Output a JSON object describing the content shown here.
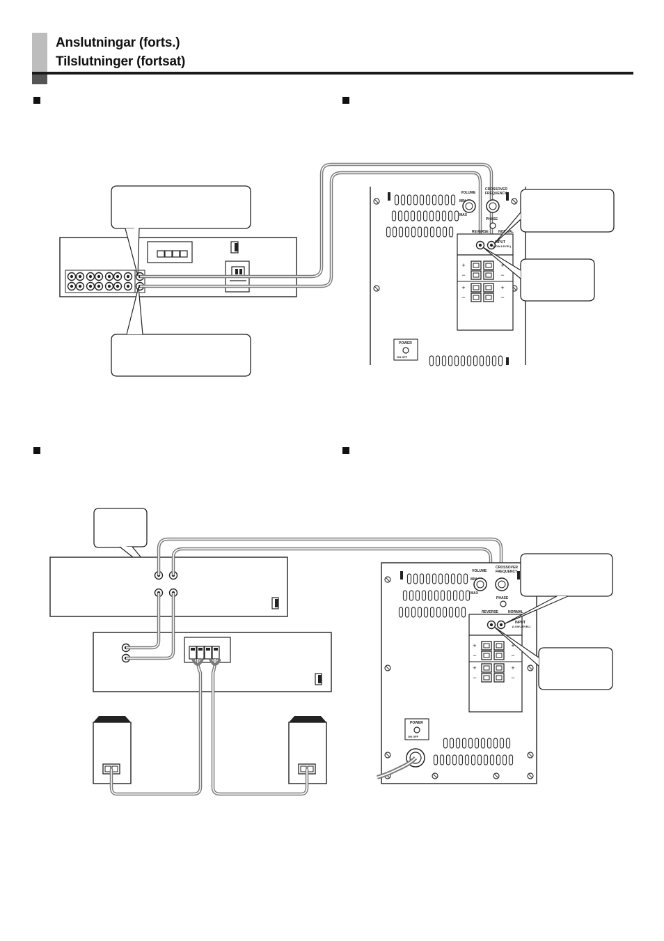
{
  "header": {
    "title_line1": "Anslutningar (forts.)",
    "title_line2": "Tilslutninger (fortsat)"
  },
  "subwoofer_panel_top": {
    "volume_label": "VOLUME",
    "crossover_label": "CROSSOVER",
    "frequency_label": "FREQUENCY",
    "min_label": "MIN",
    "max_label": "MAX",
    "phase_label": "PHASE",
    "reverse_label": "REVERSE",
    "normal_label": "NORMAL",
    "input_label": "INPUT",
    "input_sub_label": "(LOW-LEVEL)",
    "power_label": "POWER",
    "power_on_off": "ON  OFF"
  },
  "subwoofer_panel_bottom": {
    "volume_label": "VOLUME",
    "crossover_label": "CROSSOVER",
    "frequency_label": "FREQUENCY",
    "min_label": "MIN",
    "max_label": "MAX",
    "phase_label": "PHASE",
    "reverse_label": "REVERSE",
    "normal_label": "NORMAL",
    "input_label": "INPUT",
    "input_sub_label": "(LOW-LEVEL)",
    "power_label": "POWER",
    "power_on_off": "ON  OFF"
  },
  "colors": {
    "cable": "#7a7a7a",
    "outline": "#222222",
    "header_gray": "#bdbdbd"
  }
}
